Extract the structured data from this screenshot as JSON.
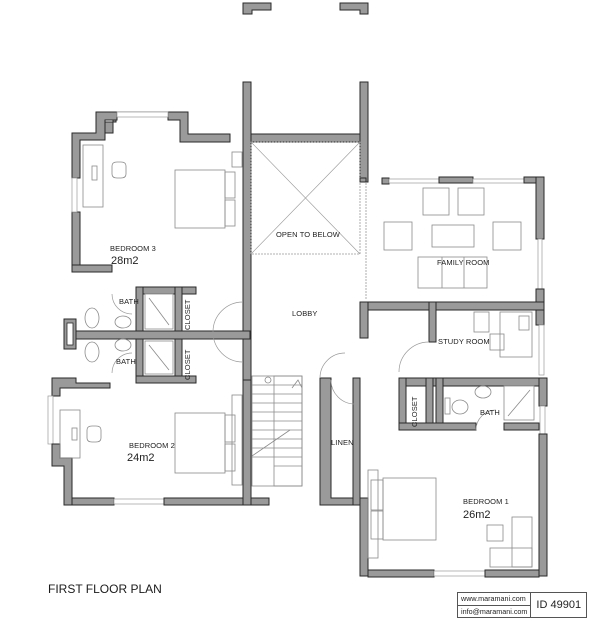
{
  "drawing": {
    "title": "FIRST FLOOR PLAN",
    "colors": {
      "wall_fill": "#9a9a9a",
      "wall_outline": "#2a2a2a",
      "fixture_line": "#8a8a8a",
      "background": "#ffffff"
    }
  },
  "rooms": {
    "bedroom3": {
      "name": "BEDROOM 3",
      "area": "28m2"
    },
    "bedroom2": {
      "name": "BEDROOM 2",
      "area": "24m2"
    },
    "bedroom1": {
      "name": "BEDROOM 1",
      "area": "26m2"
    },
    "open_to_below": {
      "name": "OPEN TO BELOW"
    },
    "family_room": {
      "name": "FAMILY ROOM"
    },
    "lobby": {
      "name": "LOBBY"
    },
    "study_room": {
      "name": "STUDY ROOM"
    },
    "linen": {
      "name": "LINEN"
    },
    "bath_upper": {
      "name": "BATH"
    },
    "bath_lower": {
      "name": "BATH"
    },
    "bath_bedroom1": {
      "name": "BATH"
    },
    "closet_upper": {
      "name": "CLOSET"
    },
    "closet_lower": {
      "name": "CLOSET"
    },
    "closet_bedroom1": {
      "name": "CLOSET"
    }
  },
  "stamp": {
    "website": "www.maramani.com",
    "email": "info@maramani.com",
    "id": "ID 49901"
  }
}
